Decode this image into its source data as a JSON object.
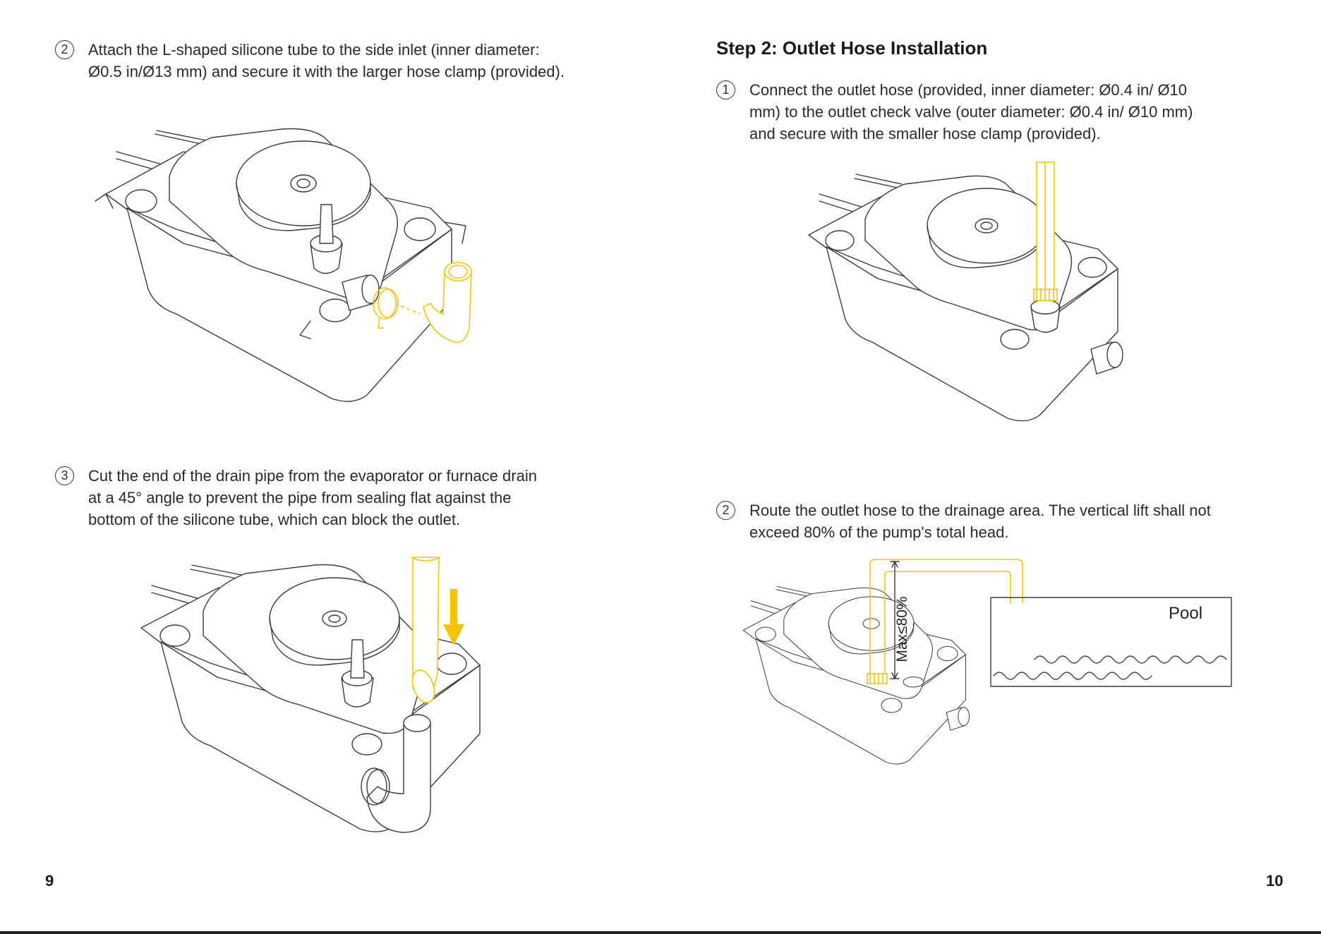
{
  "left_page": {
    "step2": {
      "number": "2",
      "text": "Attach the L-shaped silicone tube to the side inlet (inner diameter:\nØ0.5 in/Ø13 mm) and secure it with the larger hose clamp (provided)."
    },
    "step3": {
      "number": "3",
      "text": "Cut the end of the drain pipe from the evaporator or furnace drain\nat a 45° angle to prevent the pipe from sealing flat against the\nbottom of the silicone tube, which can block the outlet."
    },
    "page_number": "9"
  },
  "right_page": {
    "heading": "Step 2: Outlet Hose Installation",
    "step1": {
      "number": "1",
      "text": "Connect the outlet hose (provided, inner diameter: Ø0.4 in/ Ø10\nmm) to the outlet check valve (outer diameter: Ø0.4 in/ Ø10 mm)\nand secure with the smaller hose clamp (provided)."
    },
    "step2": {
      "number": "2",
      "text": "Route the outlet hose to the drainage area. The vertical lift shall not\nexceed 80% of the pump's total head."
    },
    "diagram": {
      "lift_label": "Max≤80%",
      "pool_label": "Pool"
    },
    "page_number": "10"
  },
  "colors": {
    "accent": "#f2c417",
    "line": "#3b3b3b",
    "text": "#2a2a2a"
  }
}
